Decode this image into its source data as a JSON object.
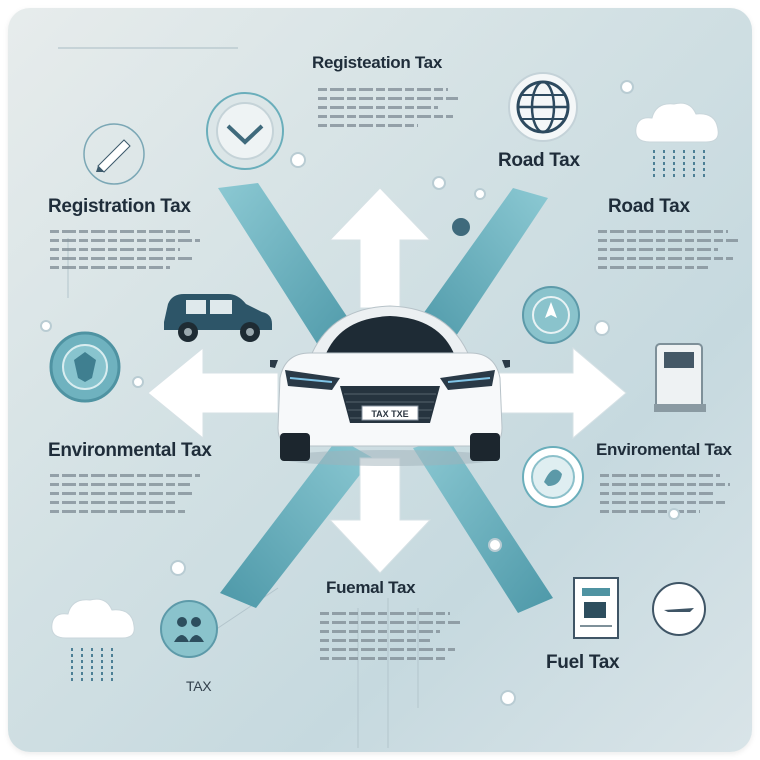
{
  "labels": {
    "top_center": "Registeation Tax",
    "top_right_globe": "Road Tax",
    "left_upper": "Registration Tax",
    "right_upper": "Road Tax",
    "left_lower": "Environmental Tax",
    "right_lower": "Enviromental Tax",
    "bottom_center": "Fuemal Tax",
    "bottom_right": "Fuel Tax",
    "bottom_left": "TAX"
  },
  "car": {
    "plate": "TAX TXE"
  },
  "colors": {
    "teal": "#6fb6c3",
    "teal_dark": "#4f98a8",
    "navy": "#2c4a5e",
    "arrow": "#ffffff"
  },
  "icons": [
    "pen-icon",
    "check-badge-icon",
    "globe-icon",
    "rain-cloud-icon",
    "car-icon",
    "compass-icon",
    "shield-badge-icon",
    "fuel-pump-icon",
    "eco-badge-icon",
    "people-badge-icon",
    "fuel-document-icon",
    "plane-icon"
  ]
}
